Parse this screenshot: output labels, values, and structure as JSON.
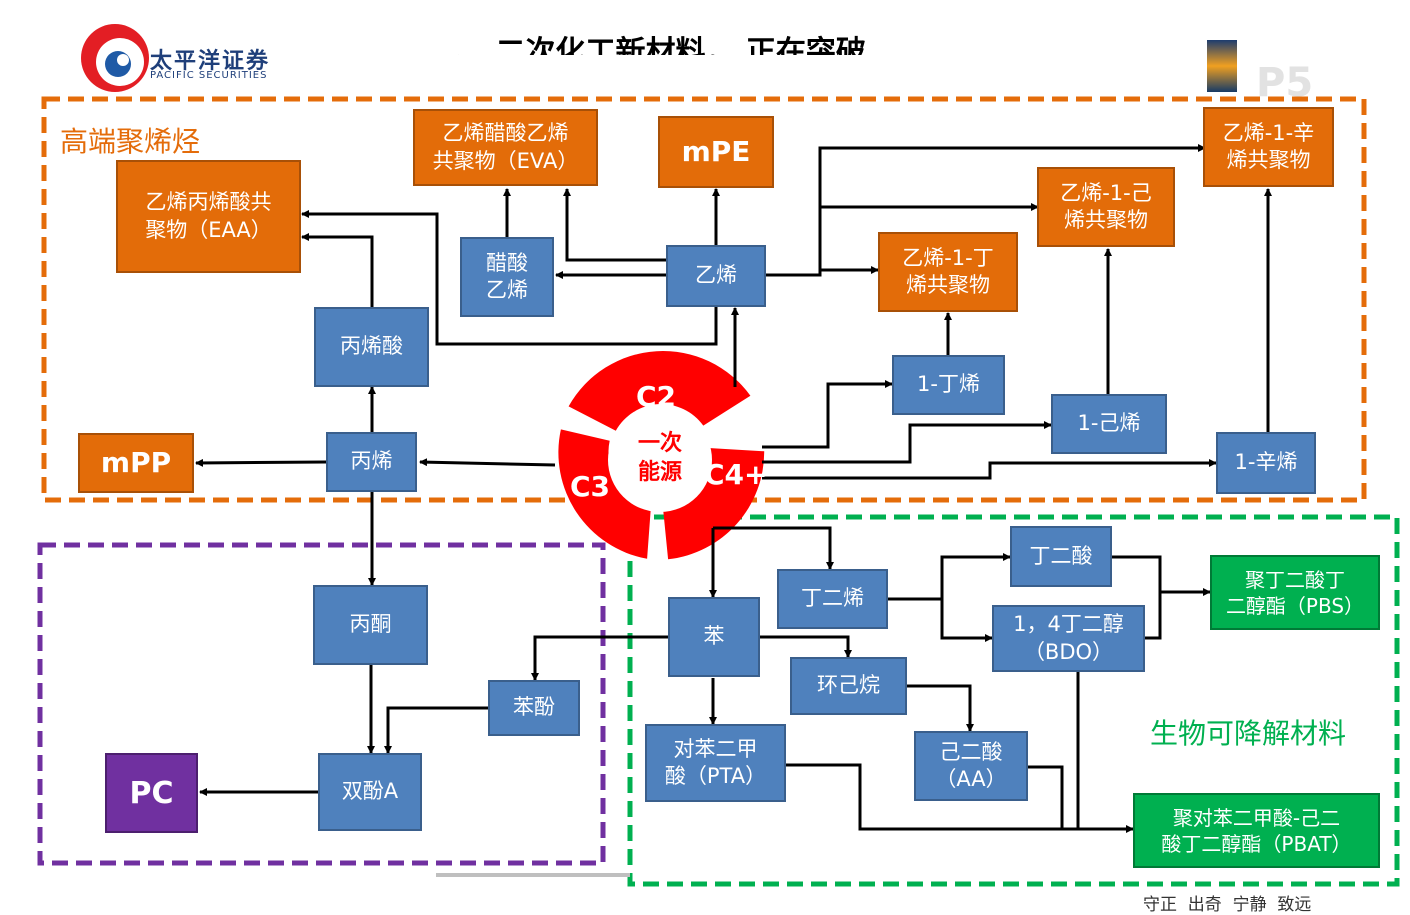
{
  "header": {
    "company_cn": "太平洋证券",
    "company_en": "PACIFIC SECURITIES",
    "title_partial": "、 二次化工新材料， 正在突破",
    "page_number": "P5",
    "slogan": "守正  出奇  宁静  致远"
  },
  "regions": {
    "polyolefin": "高端聚烯烃",
    "biodegradable": "生物可降解材料"
  },
  "ring": {
    "c2": "C2",
    "c3": "C3",
    "c4": "C4+",
    "center": "一次\n能源"
  },
  "nodes": {
    "eaa": "乙烯丙烯酸共\n聚物（EAA）",
    "eva": "乙烯醋酸乙烯\n共聚物（EVA）",
    "mpe": "mPE",
    "octene_copolymer": "乙烯-1-辛\n烯共聚物",
    "hexene_copolymer": "乙烯-1-己\n烯共聚物",
    "butene_copolymer": "乙烯-1-丁\n烯共聚物",
    "vinyl_acetate": "醋酸\n乙烯",
    "ethylene": "乙烯",
    "acrylic_acid": "丙烯酸",
    "butene": "1-丁烯",
    "hexene": "1-己烯",
    "octene": "1-辛烯",
    "mpp": "mPP",
    "propylene": "丙烯",
    "acetone": "丙酮",
    "phenol": "苯酚",
    "pc": "PC",
    "bisphenol_a": "双酚A",
    "benzene": "苯",
    "butadiene": "丁二烯",
    "succinic_acid": "丁二酸",
    "bdo": "1，4丁二醇\n（BDO）",
    "pbs": "聚丁二酸丁\n二醇酯（PBS）",
    "cyclohexane": "环己烷",
    "pta": "对苯二甲\n酸（PTA）",
    "adipic_acid": "己二酸\n（AA）",
    "pbat": "聚对苯二甲酸-己二\n酸丁二醇酯（PBAT）"
  },
  "colors": {
    "orange": "#e36c09",
    "blue": "#4f81bd",
    "green": "#00b050",
    "purple": "#7030a0",
    "red": "#ff0000",
    "region_orange": "#e46c0a",
    "region_purple": "#7030a0",
    "region_green": "#00b050"
  }
}
